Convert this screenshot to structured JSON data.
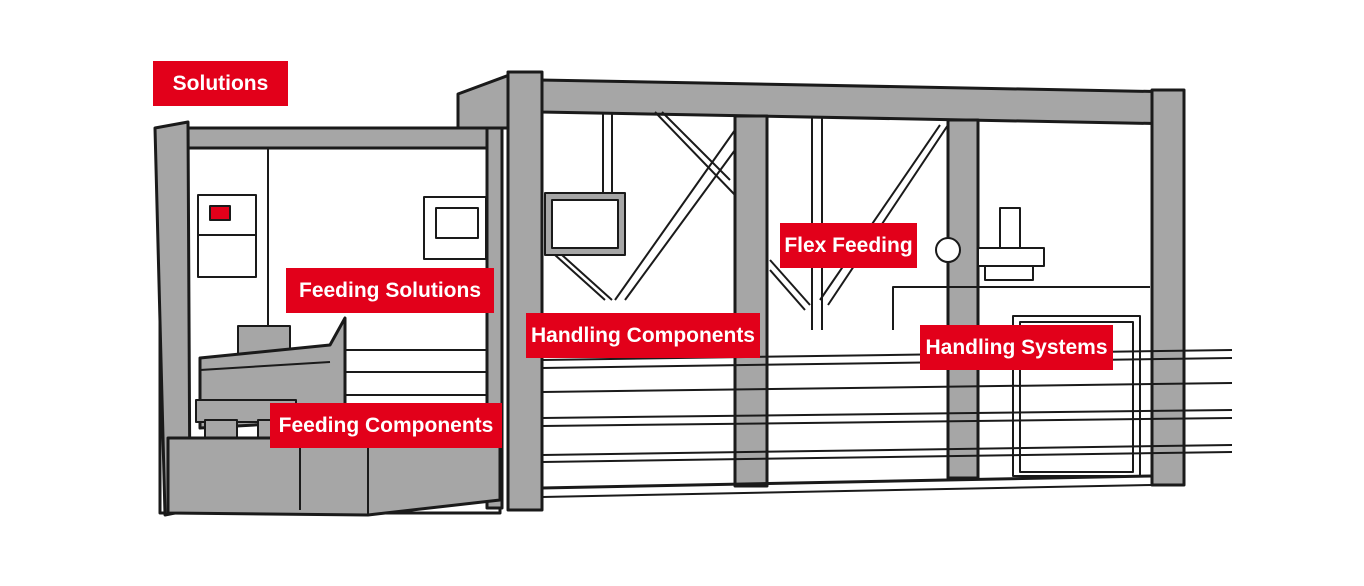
{
  "labels": {
    "solutions": "Solutions",
    "feeding_solutions": "Feeding Solutions",
    "handling_components": "Handling Components",
    "flex_feeding": "Flex Feeding",
    "handling_systems": "Handling Systems",
    "feeding_components": "Feeding Components"
  },
  "colors": {
    "accent": "#e2001a",
    "frame_gray": "#a6a6a6",
    "outline": "#1a1a1a",
    "background": "#ffffff",
    "label_text": "#ffffff"
  }
}
